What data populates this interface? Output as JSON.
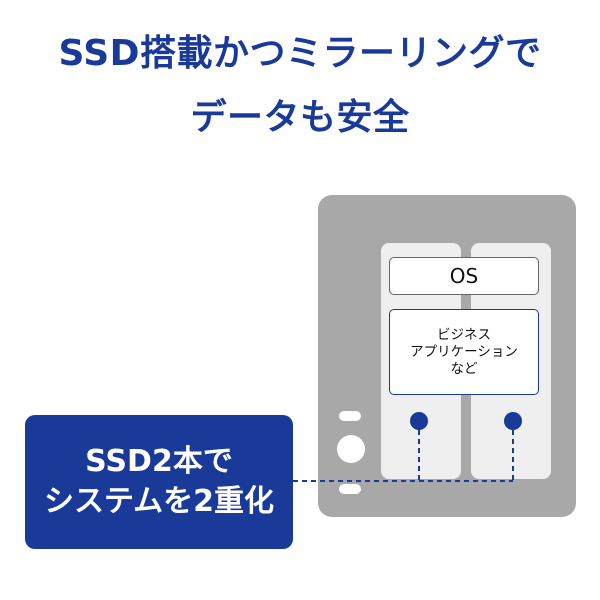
{
  "headline": {
    "line1": "SSD搭載かつミラーリングで",
    "line2": "データも安全"
  },
  "device": {
    "os_label": "OS",
    "apps_lines": [
      "ビジネス",
      "アプリケーション",
      "など"
    ]
  },
  "callout": {
    "line1": "SSD2本で",
    "line2": "システムを2重化"
  },
  "colors": {
    "brand_blue": "#1a3a9a",
    "device_gray": "#a8a8a8",
    "bay_light": "#efefef"
  }
}
